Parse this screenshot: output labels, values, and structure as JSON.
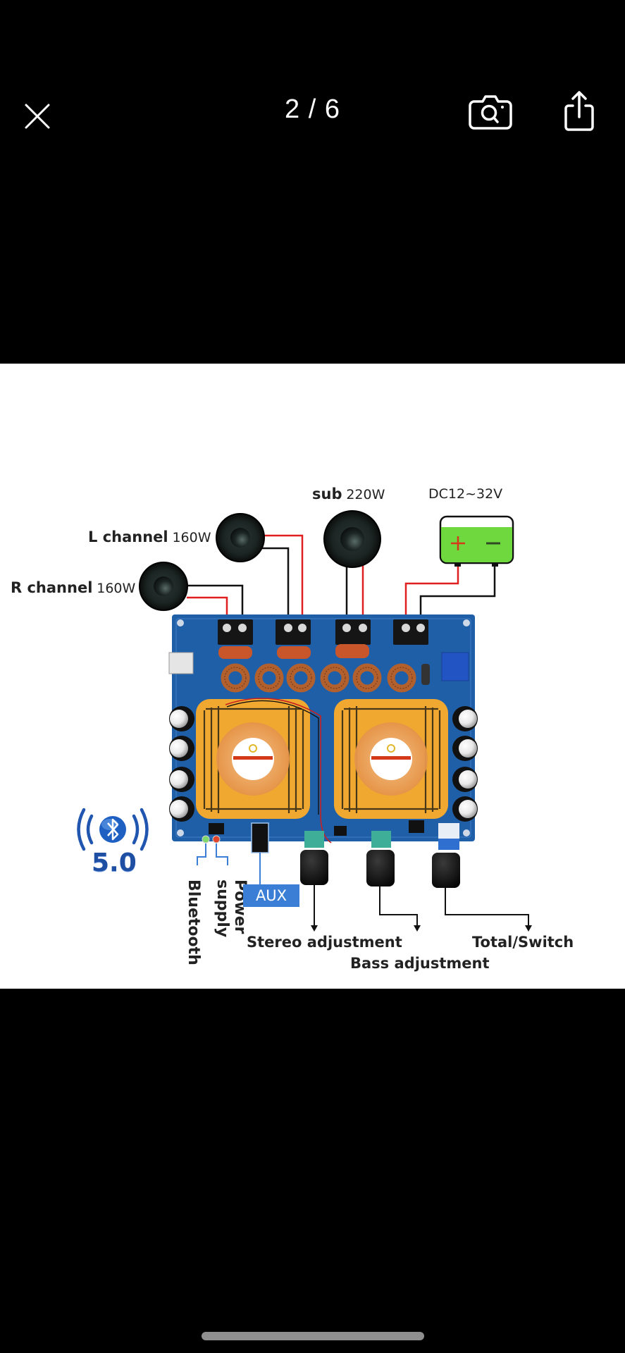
{
  "viewer": {
    "counter": "2 / 6",
    "current_index": 2,
    "total_images": 6,
    "actions": {
      "close": "close-icon",
      "visual_search": "camera-search-icon",
      "share": "share-icon"
    }
  },
  "diagram": {
    "speakers": [
      {
        "name": "L channel",
        "power": "160W"
      },
      {
        "name": "R channel",
        "power": "160W"
      },
      {
        "name": "sub",
        "power": "220W"
      }
    ],
    "power_supply": {
      "label": "DC12~32V",
      "plus": "+",
      "minus": "−"
    },
    "bluetooth": {
      "version": "5.0"
    },
    "indicators": {
      "bluetooth": "Bluetooth",
      "power": "Power supply"
    },
    "aux": "AUX",
    "knobs": {
      "stereo": "Stereo adjustment",
      "bass": "Bass adjustment",
      "total": "Total/Switch"
    },
    "colors": {
      "pcb": "#1f5fa8",
      "heatsink": "#f0a830",
      "battery": "#6fd83f",
      "wire_red": "#e02020",
      "wire_black": "#111111",
      "aux_box": "#3a7fd5"
    }
  }
}
